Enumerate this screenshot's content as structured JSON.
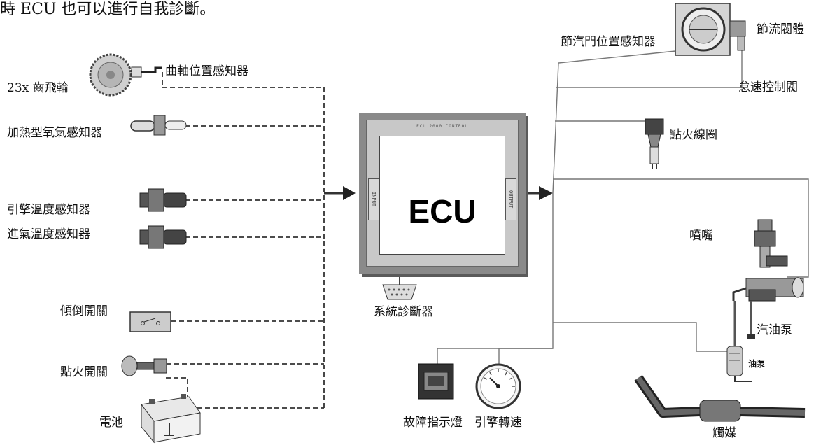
{
  "header_text": "時 ECU 也可以進行自我診斷。",
  "ecu": {
    "title": "ECU",
    "strip_text": "ECU 2000 CONTROL",
    "port_in": "INPUT",
    "port_out": "OUTPUT"
  },
  "inputs": {
    "crank_wheel": "23x 齒飛輪",
    "crank_sensor": "曲軸位置感知器",
    "o2_sensor": "加熱型氧氣感知器",
    "engine_temp": "引擎溫度感知器",
    "intake_temp": "進氣溫度感知器",
    "tilt_switch": "傾倒開關",
    "ignition_switch": "點火開關",
    "battery": "電池"
  },
  "outputs": {
    "throttle_position": "節汽門位置感知器",
    "throttle_body": "節流閥體",
    "idle_valve": "怠速控制閥",
    "ignition_coil": "點火線圈",
    "injector": "噴嘴",
    "fuel_pump": "汽油泵",
    "oil_pump": "油泵",
    "catalyst": "觸媒",
    "diag_tool": "系統診斷器",
    "fault_lamp": "故障指示燈",
    "tachometer": "引擎轉速"
  },
  "colors": {
    "ecu_frame": "#8a8a8a",
    "line": "#333333",
    "line_out": "#777777"
  }
}
